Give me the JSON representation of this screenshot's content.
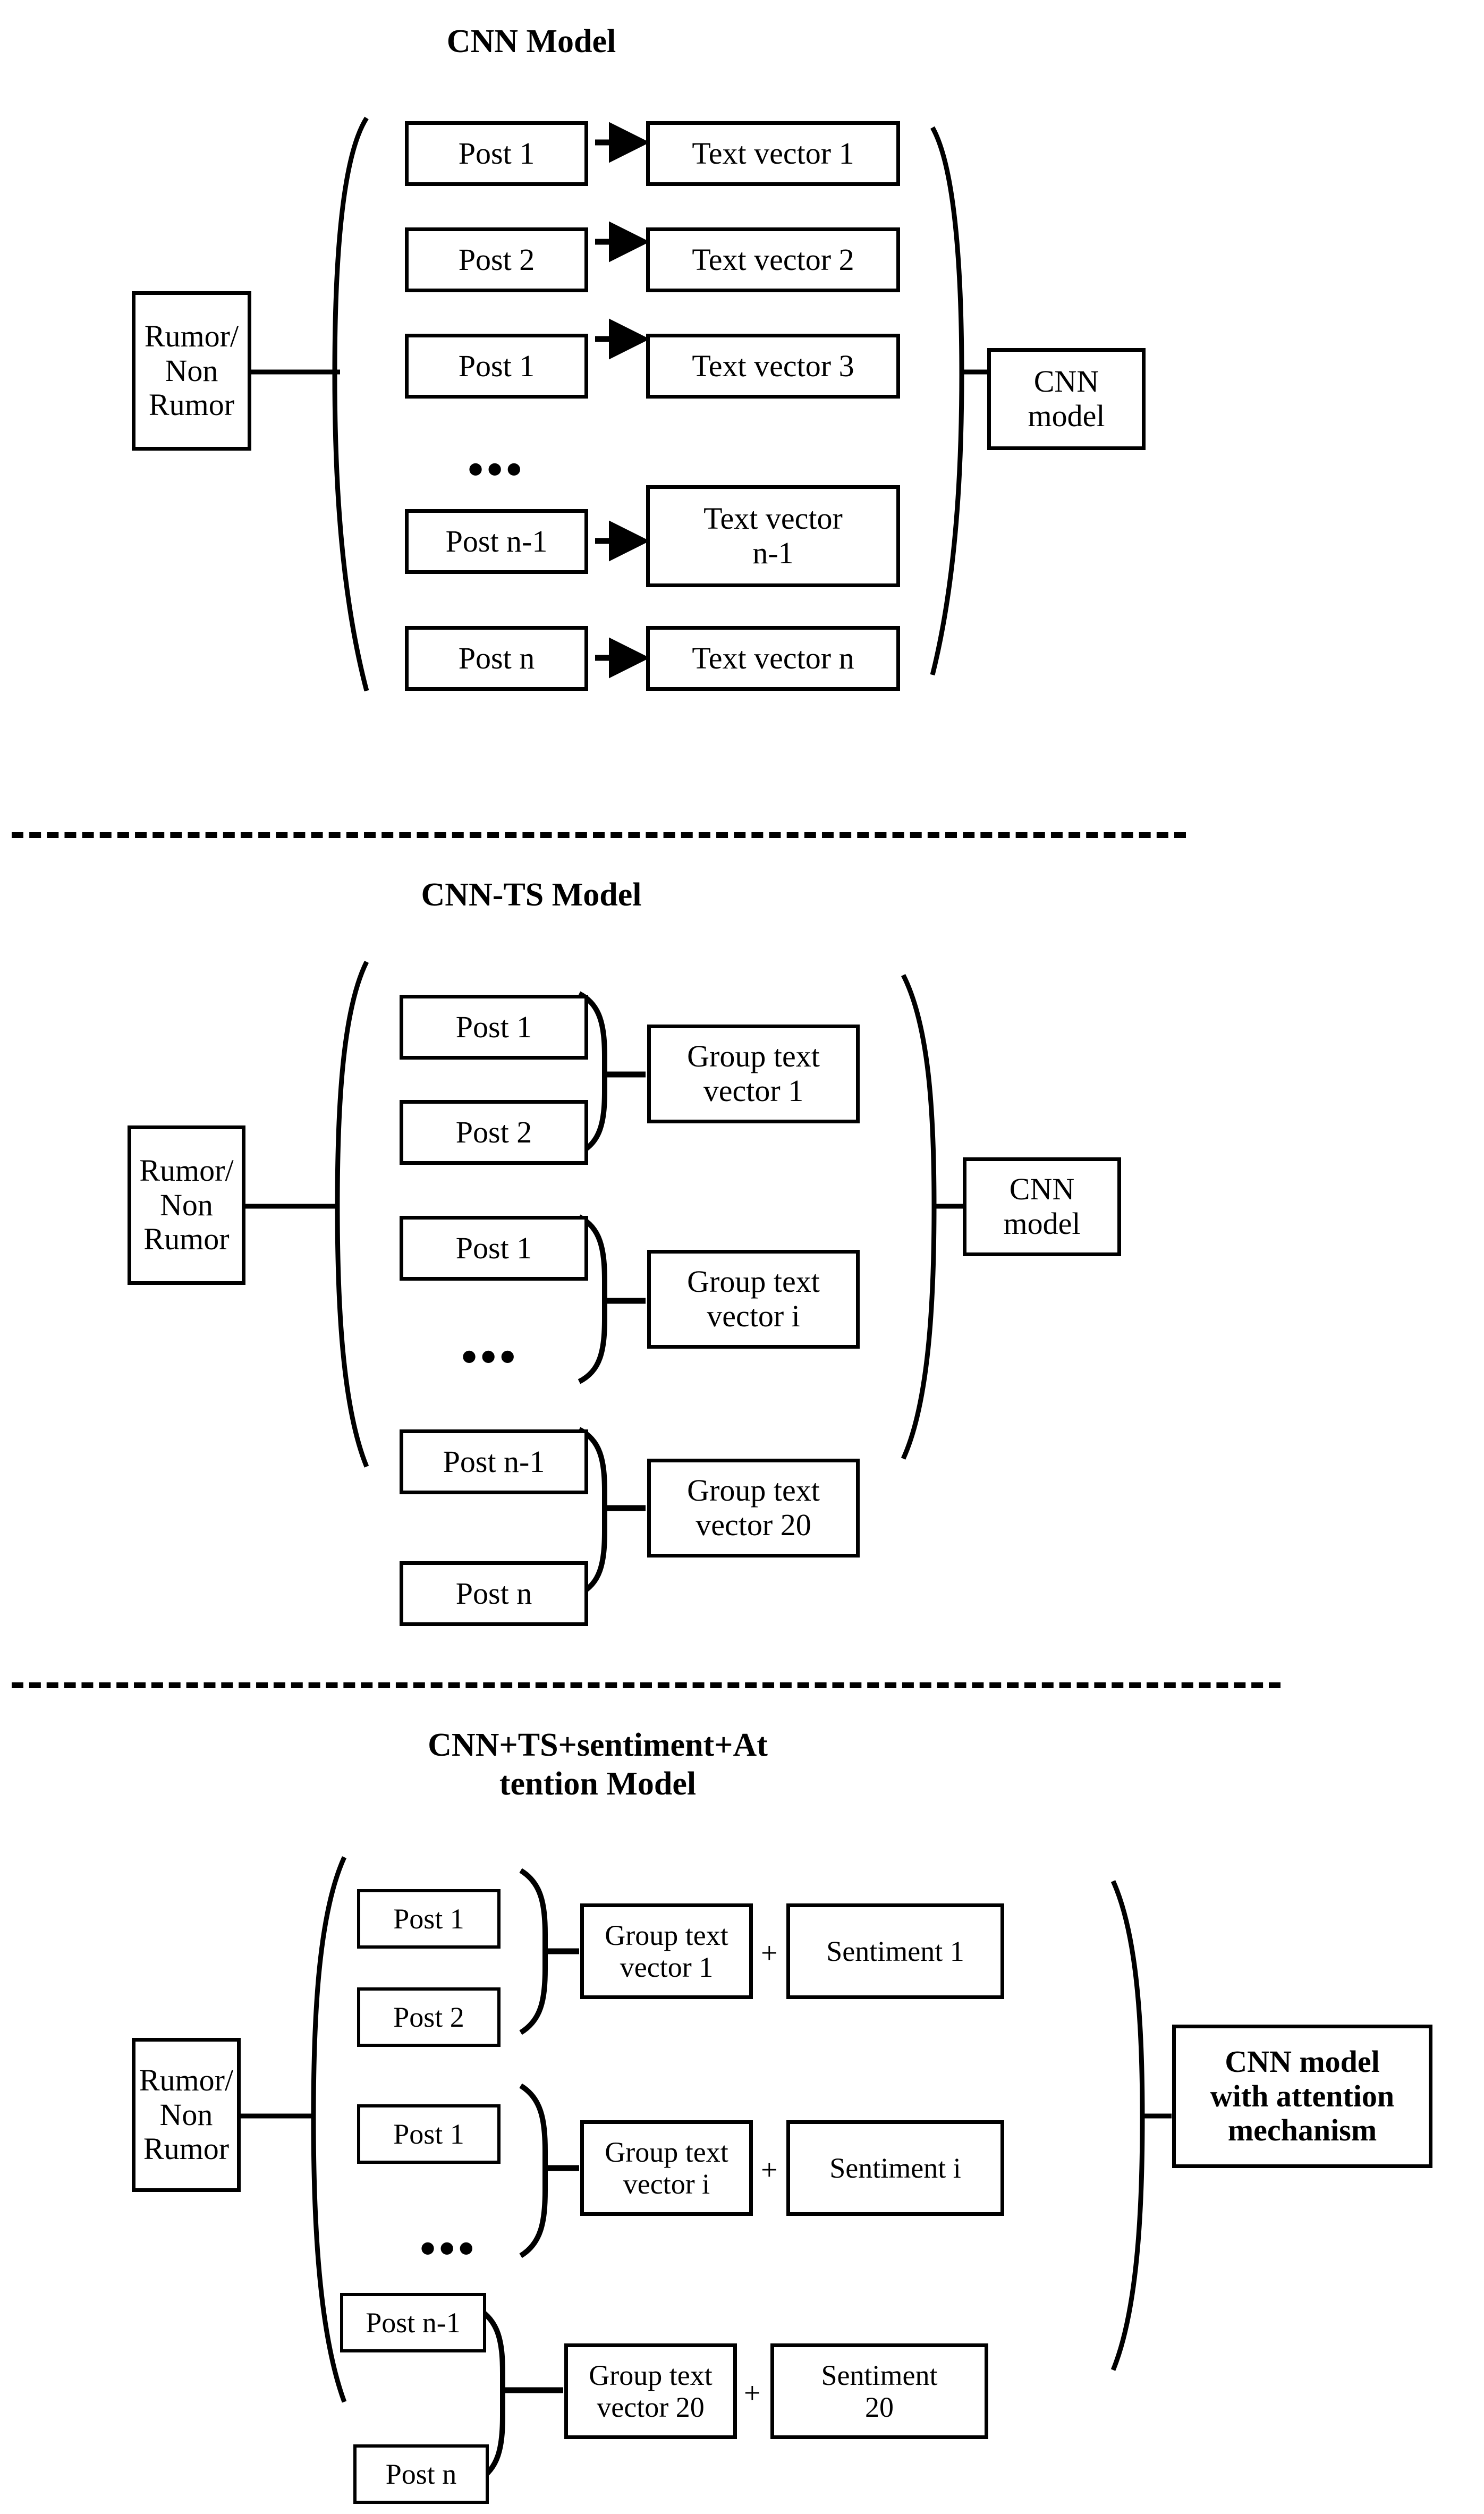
{
  "figure": {
    "background_color": "#ffffff",
    "line_color": "#000000",
    "type": "flow-diagram",
    "panel_count": 3
  },
  "panels": [
    {
      "id": "cnn",
      "title": "CNN Model",
      "input_box": "Rumor/\nNon\nRumor",
      "output_box": "CNN\nmodel",
      "ellipsis": "•••",
      "rows": [
        {
          "post": "Post 1",
          "vector": "Text vector 1"
        },
        {
          "post": "Post 2",
          "vector": "Text vector 2"
        },
        {
          "post": "Post 1",
          "vector": "Text vector 3"
        },
        {
          "post": "Post n-1",
          "vector": "Text vector\nn-1"
        },
        {
          "post": "Post n",
          "vector": "Text vector n"
        }
      ]
    },
    {
      "id": "cnn-ts",
      "title": "CNN-TS Model",
      "input_box": "Rumor/\nNon\nRumor",
      "output_box": "CNN\nmodel",
      "ellipsis": "•••",
      "groups": [
        {
          "posts": [
            "Post 1",
            "Post 2"
          ],
          "vector": "Group text\nvector 1"
        },
        {
          "posts": [
            "Post 1"
          ],
          "vector": "Group text\nvector i"
        },
        {
          "posts": [
            "Post n-1",
            "Post n"
          ],
          "vector": "Group text\nvector 20"
        }
      ]
    },
    {
      "id": "cnn-ts-sentiment-attention",
      "title": "CNN+TS+sentiment+At\ntention Model",
      "input_box": "Rumor/\nNon\nRumor",
      "output_box": "CNN model\nwith attention\nmechanism",
      "ellipsis": "•••",
      "plus_symbol": "+",
      "groups": [
        {
          "posts": [
            "Post 1",
            "Post 2"
          ],
          "vector": "Group text\nvector 1",
          "sentiment": "Sentiment 1"
        },
        {
          "posts": [
            "Post 1"
          ],
          "vector": "Group text\nvector i",
          "sentiment": "Sentiment i"
        },
        {
          "posts": [
            "Post n-1",
            "Post n"
          ],
          "vector": "Group text\nvector 20",
          "sentiment": "Sentiment\n20"
        }
      ]
    }
  ]
}
